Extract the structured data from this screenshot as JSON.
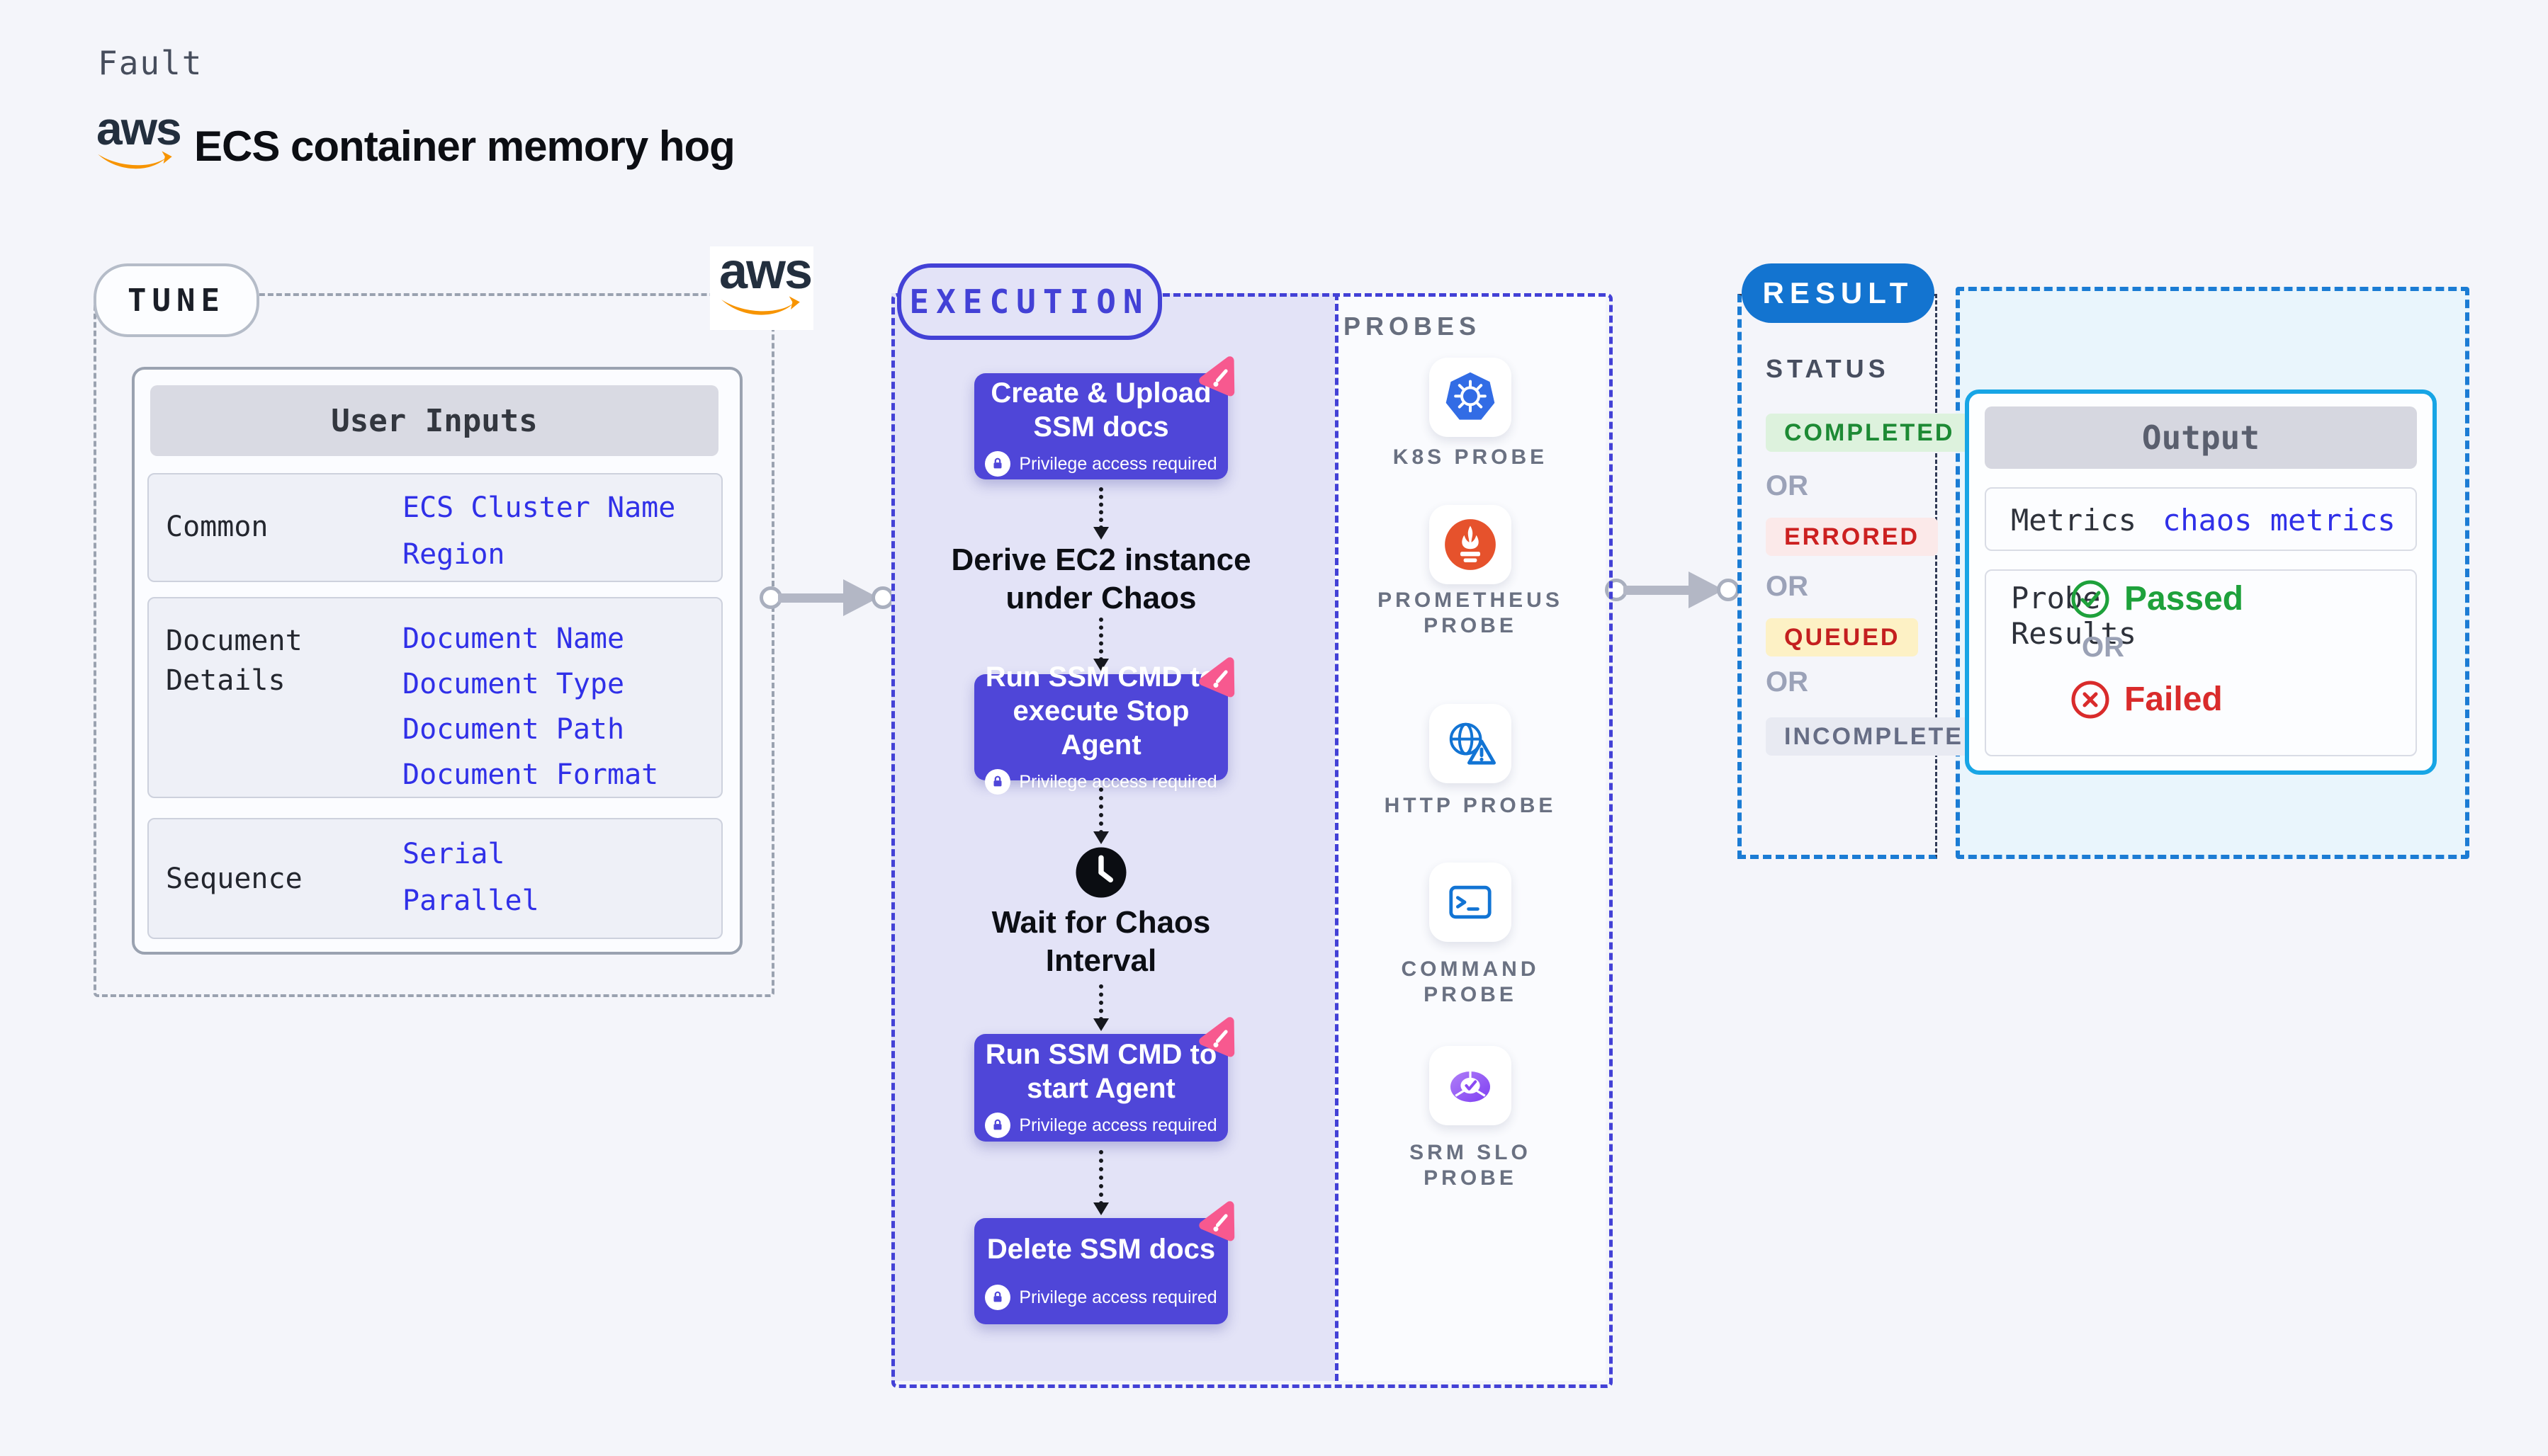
{
  "header": {
    "eyebrow": "Fault",
    "title": "ECS container memory hog",
    "aws_logo_text": "aws"
  },
  "tune": {
    "badge": "TUNE",
    "table": {
      "header": "User Inputs",
      "rows": [
        {
          "label_line1": "Common",
          "label_line2": "",
          "links": [
            "ECS Cluster Name",
            "Region"
          ]
        },
        {
          "label_line1": "Document",
          "label_line2": "Details",
          "links": [
            "Document Name",
            "Document Type",
            "Document Path",
            "Document Format"
          ]
        },
        {
          "label_line1": "Sequence",
          "label_line2": "",
          "links": [
            "Serial",
            "Parallel"
          ]
        }
      ]
    }
  },
  "execution": {
    "badge": "EXECUTION",
    "steps": [
      {
        "line1": "Create & Upload",
        "line2": "SSM docs",
        "privilege": "Privilege access required"
      },
      {
        "line1": "Run SSM CMD to",
        "line2": "execute Stop Agent",
        "privilege": "Privilege access required"
      },
      {
        "line1": "Run SSM CMD to",
        "line2": "start Agent",
        "privilege": "Privilege access required"
      },
      {
        "line1": "Delete SSM docs",
        "line2": "",
        "privilege": "Privilege access required"
      }
    ],
    "notes": [
      {
        "line1": "Derive EC2 instance",
        "line2": "under Chaos"
      },
      {
        "line1": "Wait for Chaos",
        "line2": "Interval"
      }
    ],
    "probes": {
      "label": "PROBES",
      "items": [
        {
          "name": "k8s",
          "line1": "K8S PROBE",
          "line2": ""
        },
        {
          "name": "prometheus",
          "line1": "PROMETHEUS",
          "line2": "PROBE"
        },
        {
          "name": "http",
          "line1": "HTTP PROBE",
          "line2": ""
        },
        {
          "name": "command",
          "line1": "COMMAND",
          "line2": "PROBE"
        },
        {
          "name": "srm-slo",
          "line1": "SRM SLO",
          "line2": "PROBE"
        }
      ]
    }
  },
  "result": {
    "badge": "RESULT",
    "status_label": "STATUS",
    "or_label": "OR",
    "statuses": [
      {
        "label": "COMPLETED",
        "fg": "#1d8a34",
        "bg": "#ddf2dd"
      },
      {
        "label": "ERRORED",
        "fg": "#cc2020",
        "bg": "#fbe9e9"
      },
      {
        "label": "QUEUED",
        "fg": "#c41f1f",
        "bg": "#fdf1c5"
      },
      {
        "label": "INCOMPLETED",
        "fg": "#666d85",
        "bg": "#e8eaf2"
      }
    ],
    "output": {
      "header": "Output",
      "metrics_label": "Metrics",
      "metrics_link": "chaos metrics",
      "probe_results_line1": "Probe",
      "probe_results_line2": "Results",
      "passed_label": "Passed",
      "failed_label": "Failed"
    }
  },
  "colors": {
    "page_bg": "#f4f5fa",
    "step_indigo": "#4f46d8",
    "execution_border": "#4341d6",
    "execution_bg": "#e3e3f7",
    "tune_border": "#9aa2b0",
    "link_blue": "#3030e8",
    "result_badge_blue": "#1374d0",
    "result_border_blue": "#1b7cd4",
    "output_card_border": "#17a5e5",
    "output_panel_bg": "#e9f5fc",
    "passed_green": "#1ea13b",
    "failed_red": "#d92b2b",
    "aws_orange": "#f79400",
    "aws_navy": "#232f3e",
    "chaos_pink": "#f7598f",
    "kubernetes_blue": "#326ce5",
    "prometheus_orange": "#e6522c",
    "probe_icon_blue": "#1274d4",
    "srm_purple": "#8b4af3"
  }
}
